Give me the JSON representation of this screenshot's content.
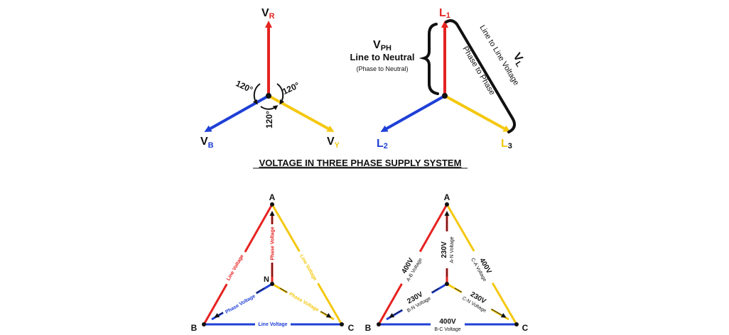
{
  "colors": {
    "red": "#e52321",
    "yellow": "#f4c811",
    "blue": "#1e3fd6",
    "black": "#111111"
  },
  "title": "VOLTAGE IN THREE PHASE SUPPLY SYSTEM",
  "phasor": {
    "vr": {
      "main": "V",
      "sub": "R"
    },
    "vb": {
      "main": "V",
      "sub": "B"
    },
    "vy": {
      "main": "V",
      "sub": "Y"
    },
    "angle_left": "120°",
    "angle_right": "120°",
    "angle_bottom": "120°"
  },
  "lines": {
    "l1": {
      "main": "L",
      "sub": "1"
    },
    "l2": {
      "main": "L",
      "sub": "2"
    },
    "l3": {
      "main": "L",
      "sub": "3"
    },
    "vph": {
      "main": "V",
      "sub": "PH"
    },
    "line_to_neutral": "Line to Neutral",
    "phase_to_neutral": "(Phase to Neutral)",
    "vl": {
      "main": "V",
      "sub": "L"
    },
    "line_to_line": "Line to Line Voltage",
    "phase_to_phase": "Phase to Phase"
  },
  "triangle_left": {
    "a": "A",
    "b": "B",
    "c": "C",
    "n": "N",
    "ab": "Line Voltage",
    "ac": "Line Voltage",
    "bc": "Line Voltage",
    "na": "Phase Voltage",
    "nb": "Phase Voltage",
    "nc": "Phase Voltage"
  },
  "triangle_right": {
    "a": "A",
    "b": "B",
    "c": "C",
    "ab_value": "400V",
    "ab_label": "A-B Voltage",
    "ca_value": "400V",
    "ca_label": "C-A Voltage",
    "bc_value": "400V",
    "bc_label": "B-C Voltage",
    "an_value": "230V",
    "an_label": "A-N Voltage",
    "bn_value": "230V",
    "bn_label": "B-N Voltage",
    "cn_value": "230V",
    "cn_label": "C-N Voltage"
  }
}
